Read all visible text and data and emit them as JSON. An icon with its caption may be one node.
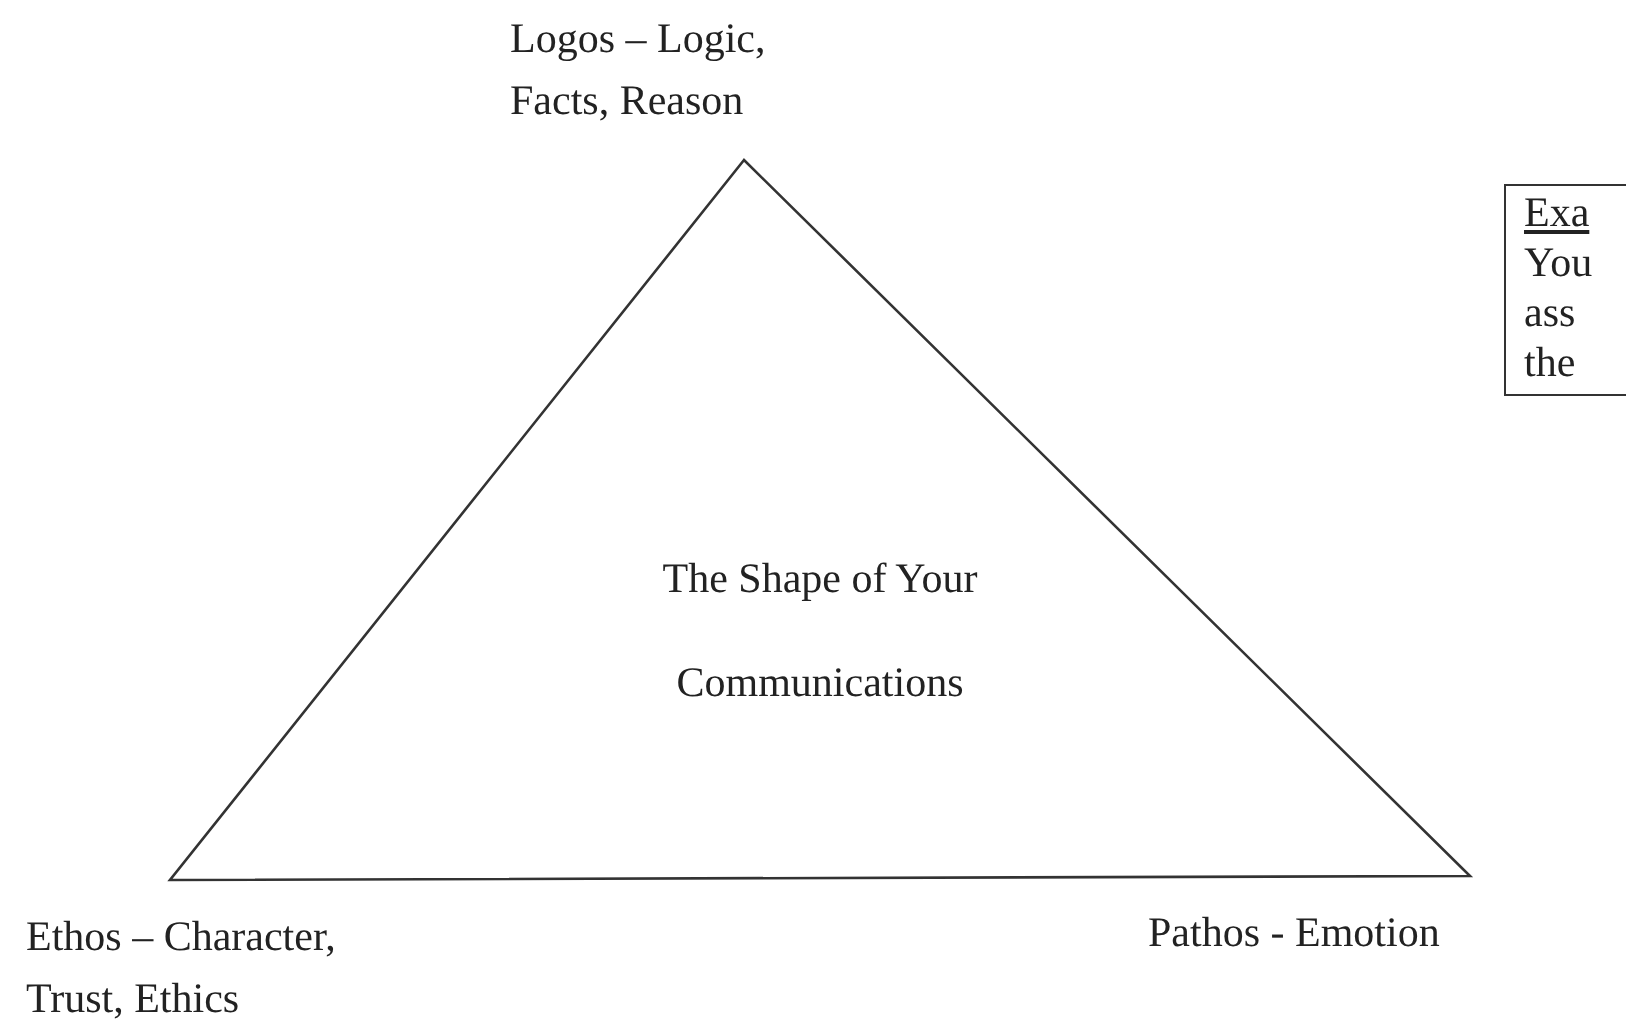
{
  "diagram": {
    "nodes": [
      {
        "text": [
          "The Shape of Your Communications"
        ]
      },
      {
        "text": [
          "Exa",
          "You ass the"
        ]
      }
    ],
    "labels": [
      "Logos – Logic, Facts, Reason",
      "Ethos – Character, Trust, Ethics",
      "Pathos - Emotion"
    ]
  }
}
